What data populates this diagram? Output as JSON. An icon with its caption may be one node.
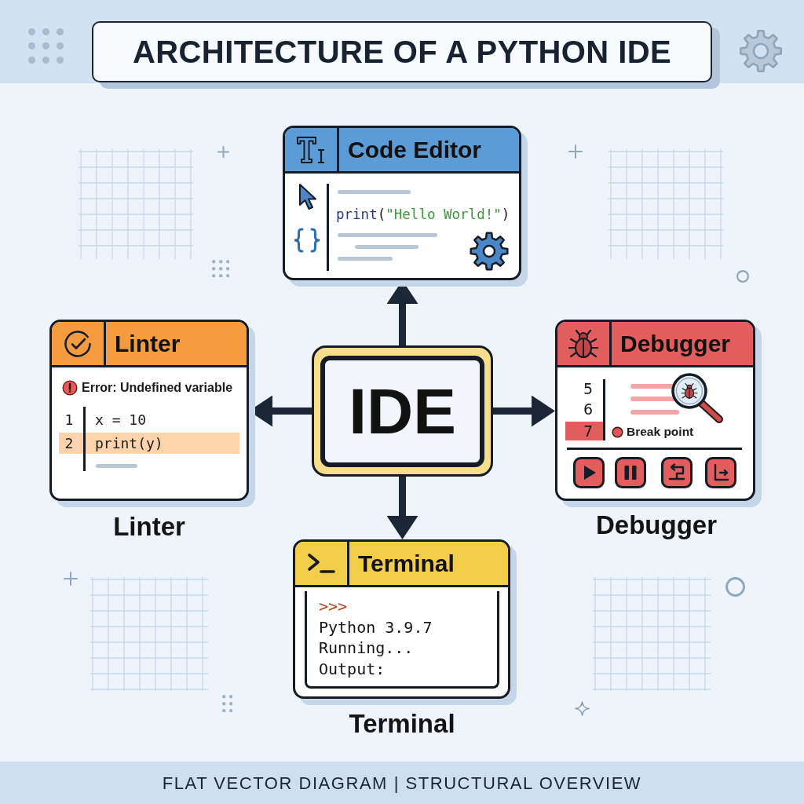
{
  "diagram": {
    "title": "ARCHITECTURE OF A PYTHON IDE",
    "caption": "FLAT VECTOR DIAGRAM | STRUCTURAL OVERVIEW",
    "nodes": [
      {
        "text": [
          "Code Editor",
          "print(\"Hello World!\")"
        ]
      },
      {
        "text": [
          "Linter",
          "Error: Undefined variable",
          "1",
          "x = 10",
          "2",
          "print(y)"
        ],
        "beside": [
          "Linter"
        ]
      },
      {
        "text": [
          "IDE"
        ]
      },
      {
        "text": [
          "Debugger",
          "5",
          "6",
          "7",
          "Break point"
        ],
        "beside": [
          "Debugger"
        ]
      },
      {
        "text": [
          "Terminal",
          ">>>",
          "Python 3.9.7",
          "Running...",
          "Output:"
        ],
        "beside": [
          "Terminal"
        ]
      }
    ],
    "edges": [
      {
        "from": 2,
        "to": 0,
        "arrow": "to"
      },
      {
        "from": 2,
        "to": 1,
        "arrow": "to"
      },
      {
        "from": 2,
        "to": 3,
        "arrow": "to"
      },
      {
        "from": 2,
        "to": 4,
        "arrow": "to"
      }
    ]
  }
}
